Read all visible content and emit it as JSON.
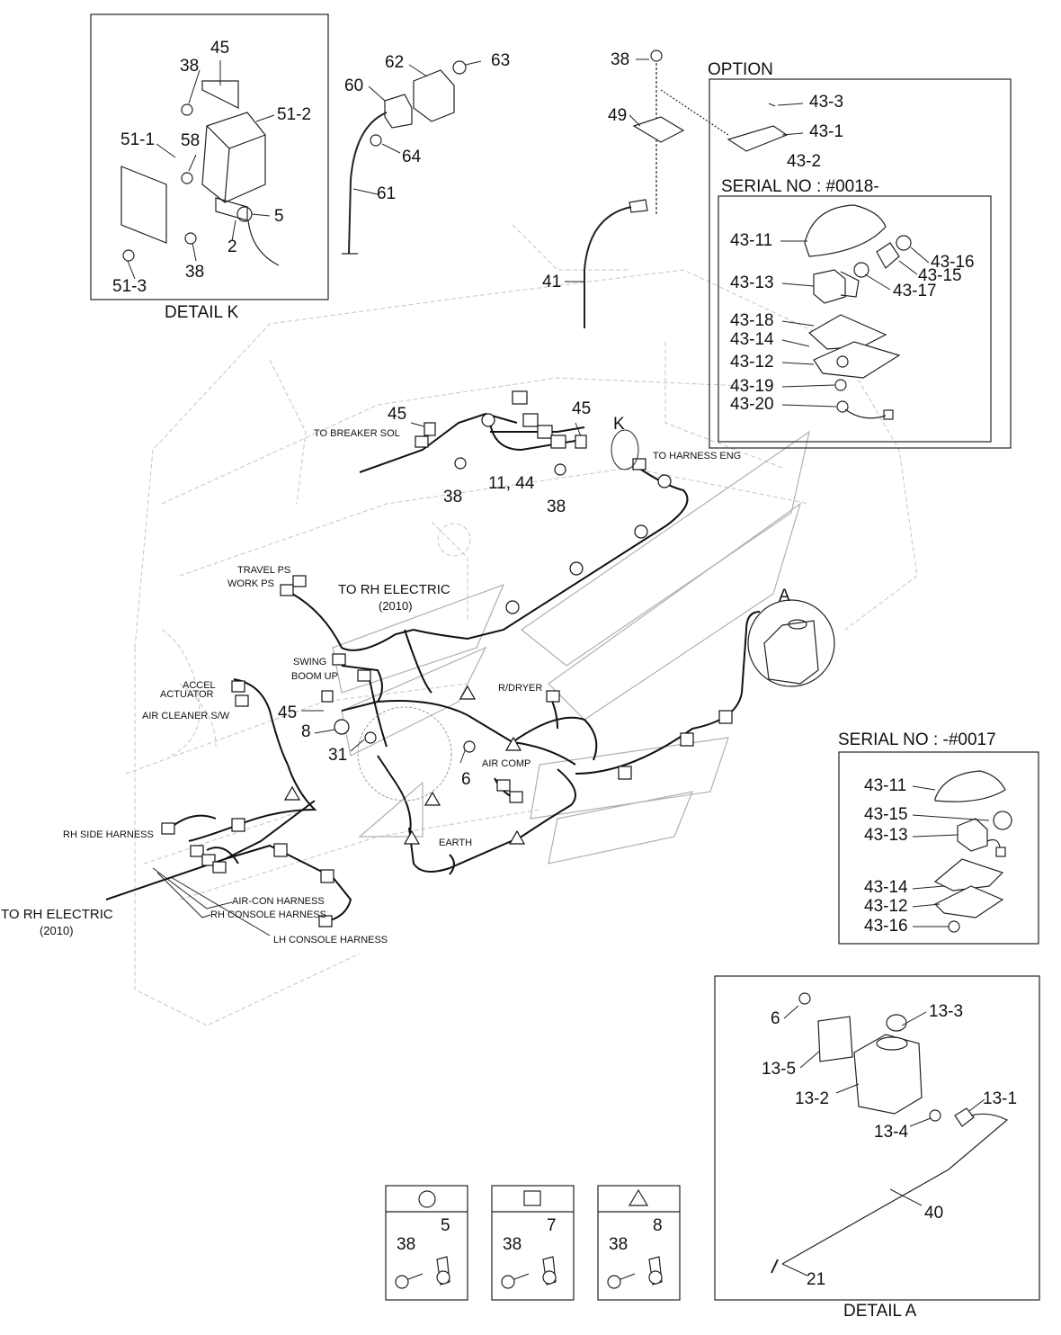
{
  "detail_k": {
    "title": "DETAIL K",
    "labels": [
      "45",
      "38",
      "51-2",
      "51-1",
      "58",
      "5",
      "2",
      "38",
      "51-3"
    ]
  },
  "upper_parts": [
    "62",
    "63",
    "60",
    "64",
    "61",
    "38",
    "49",
    "41"
  ],
  "option": {
    "title": "OPTION",
    "labels": [
      "43-3",
      "43-1",
      "43-2"
    ],
    "serial_new": {
      "title": "SERIAL NO : #0018-",
      "labels": [
        "43-11",
        "43-16",
        "43-15",
        "43-13",
        "43-17",
        "43-18",
        "43-14",
        "43-12",
        "43-19",
        "43-20"
      ]
    }
  },
  "harness_labels": {
    "to_breaker_sol": "TO BREAKER SOL",
    "to_harness_eng": "TO HARNESS ENG",
    "travel_ps": "TRAVEL PS",
    "work_ps": "WORK PS",
    "to_rh_electric_center": "TO RH ELECTRIC",
    "code_center": "(2010)",
    "swing": "SWING",
    "boom_up": "BOOM UP",
    "accel": "ACCEL",
    "actuator": "ACTUATOR",
    "air_cleaner": "AIR CLEANER S/W",
    "r_dryer": "R/DRYER",
    "air_comp": "AIR COMP",
    "earth": "EARTH",
    "rh_side": "RH SIDE HARNESS",
    "air_con": "AIR-CON HARNESS",
    "rh_console": "RH CONSOLE HARNESS",
    "lh_console": "LH CONSOLE HARNESS",
    "to_rh_electric_left": "TO RH ELECTRIC",
    "code_left": "(2010)"
  },
  "callouts": [
    "45",
    "38",
    "11, 44",
    "45",
    "38",
    "K",
    "45",
    "8",
    "31",
    "6",
    "A"
  ],
  "serial_old": {
    "title": "SERIAL NO : -#0017",
    "labels": [
      "43-11",
      "43-15",
      "43-13",
      "43-14",
      "43-12",
      "43-16"
    ]
  },
  "detail_a": {
    "title": "DETAIL A",
    "labels": [
      "6",
      "13-3",
      "13-5",
      "13-2",
      "13-1",
      "13-4",
      "40",
      "21"
    ]
  },
  "clamp_legend": [
    {
      "symbol": "circle",
      "bolt": "38",
      "clamp": "5"
    },
    {
      "symbol": "square",
      "bolt": "38",
      "clamp": "7"
    },
    {
      "symbol": "triangle",
      "bolt": "38",
      "clamp": "8"
    }
  ]
}
